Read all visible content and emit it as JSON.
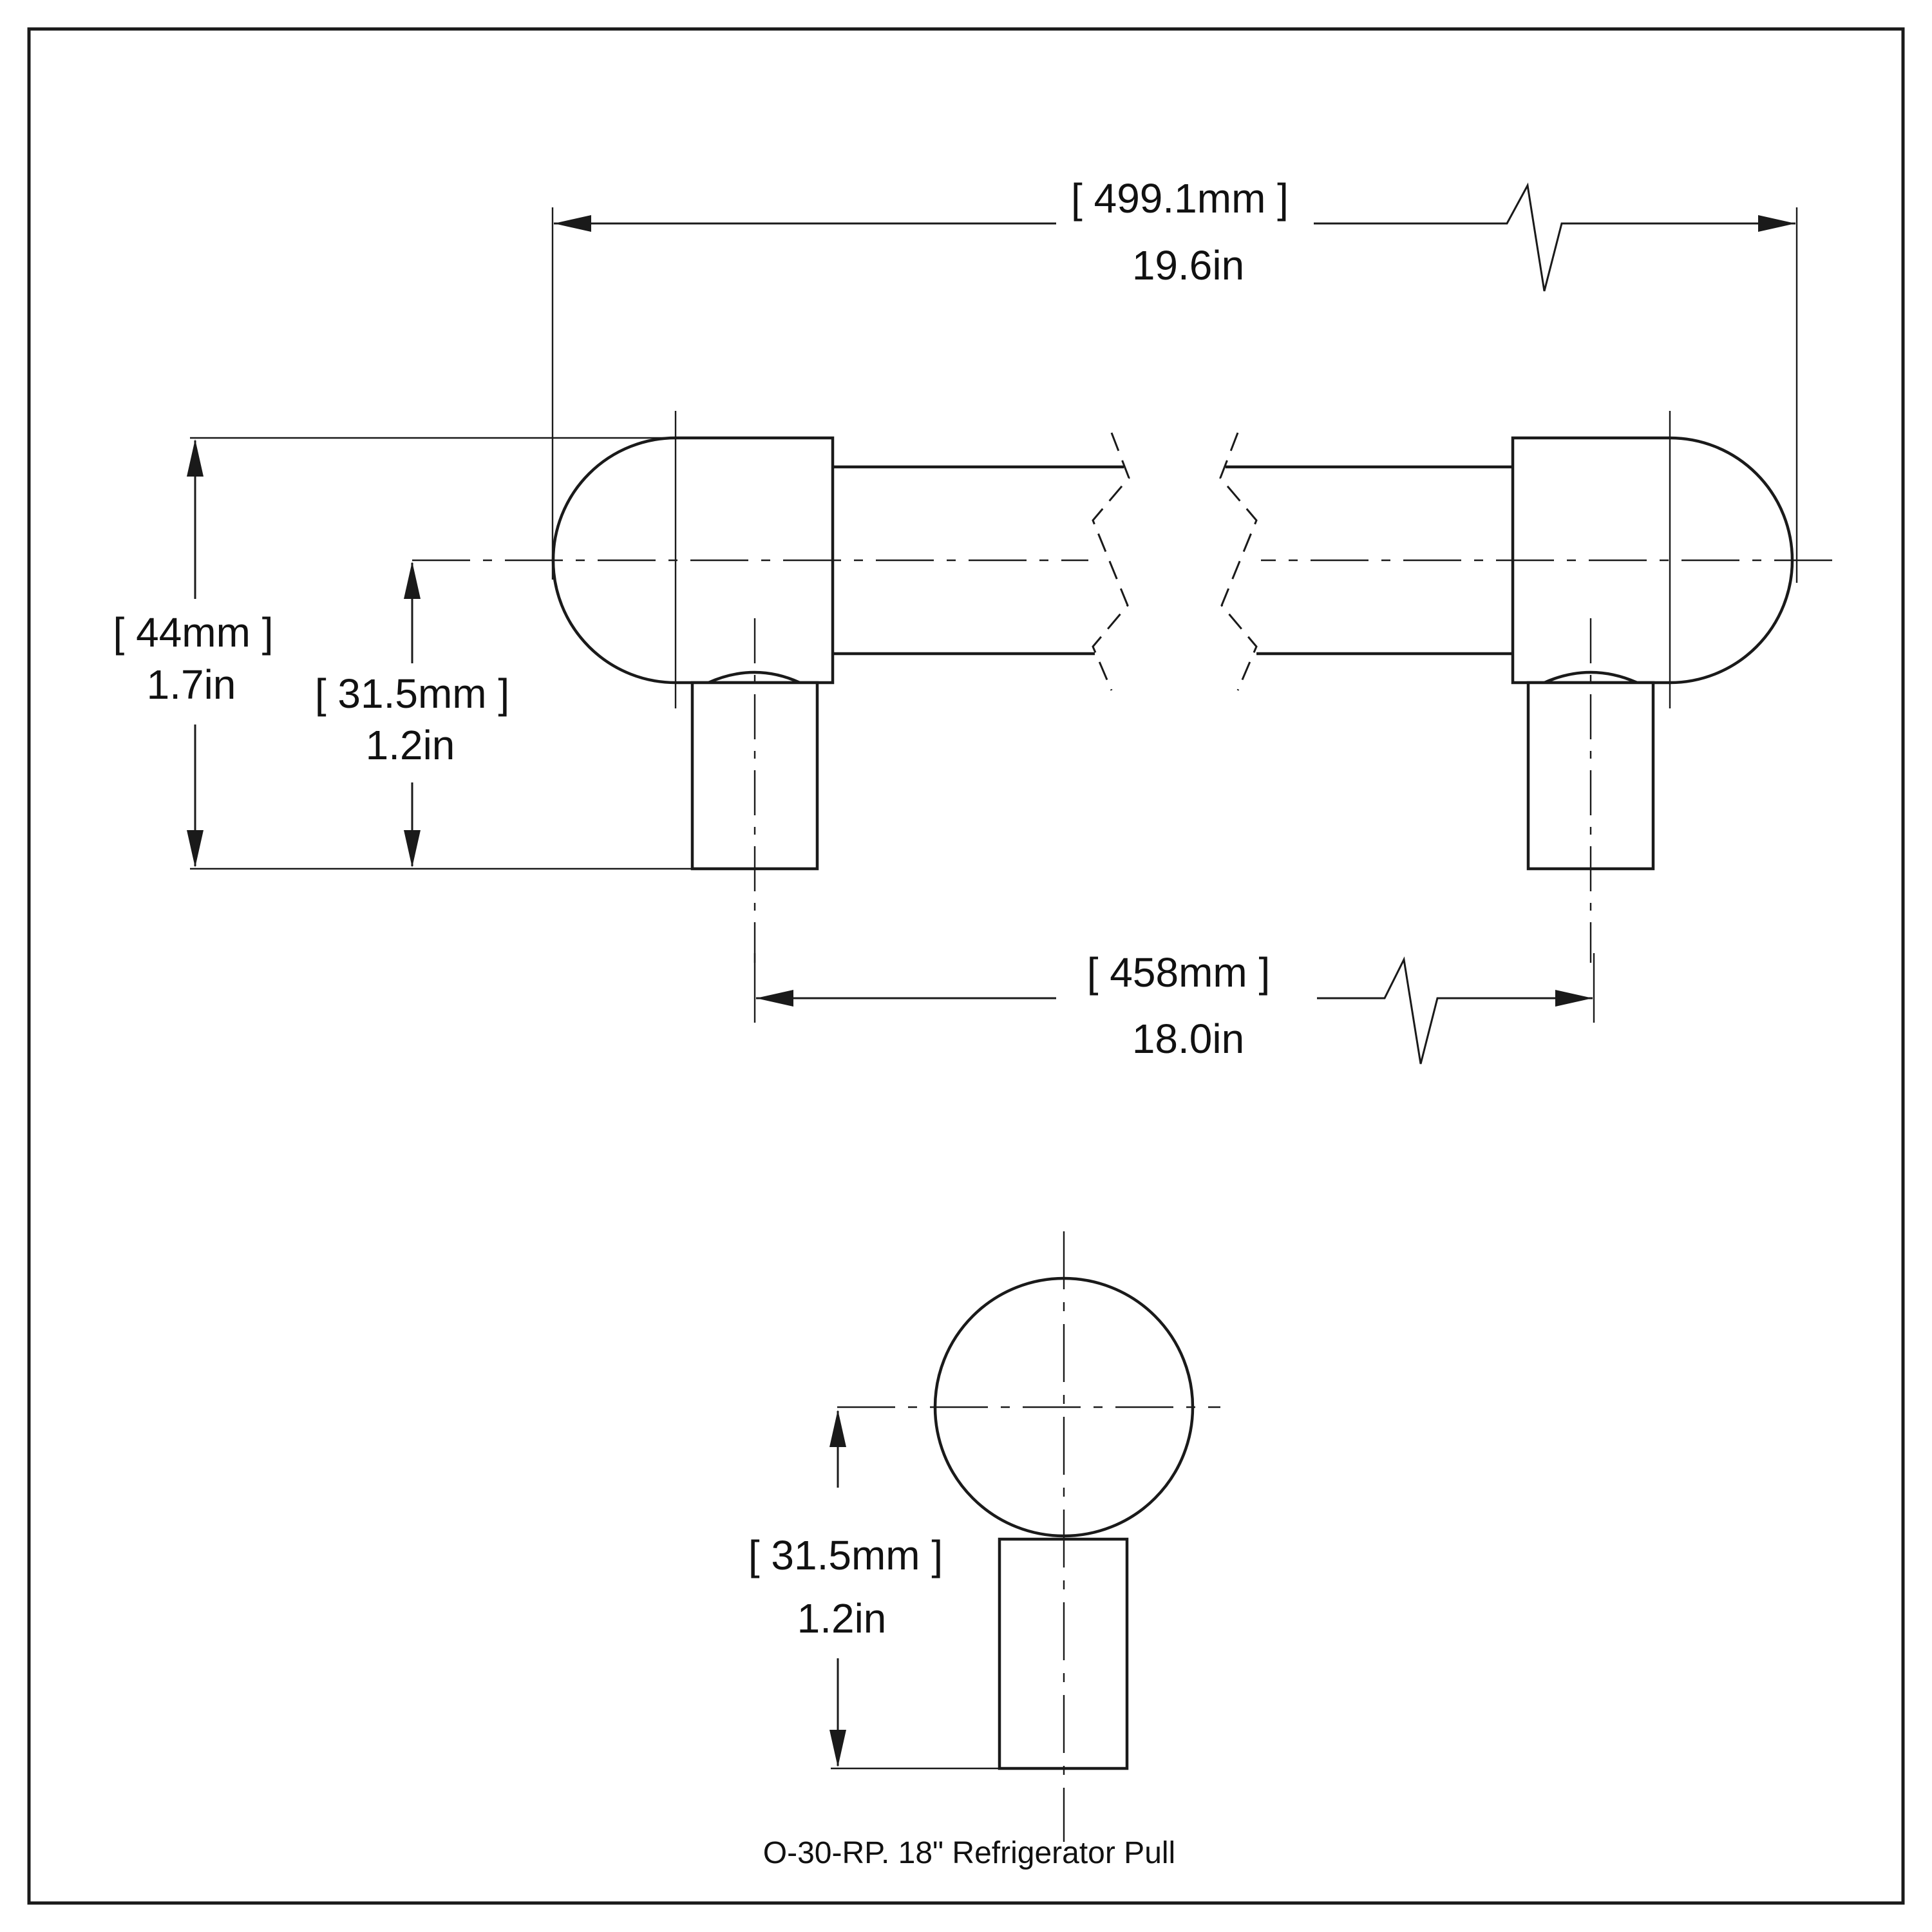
{
  "drawing": {
    "caption": "O-30-RP. 18\" Refrigerator Pull",
    "line_color": "#1a1a1a",
    "background_color": "#ffffff",
    "dimensions": {
      "overall_length": {
        "metric": "[ 499.1mm ]",
        "imperial": "19.6in"
      },
      "overall_height": {
        "metric": "[ 44mm ]",
        "imperial": "1.7in"
      },
      "center_height": {
        "metric": "[ 31.5mm ]",
        "imperial": "1.2in"
      },
      "center_to_center": {
        "metric": "[ 458mm ]",
        "imperial": "18.0in"
      },
      "end_view_height": {
        "metric": "[ 31.5mm ]",
        "imperial": "1.2in"
      }
    }
  }
}
